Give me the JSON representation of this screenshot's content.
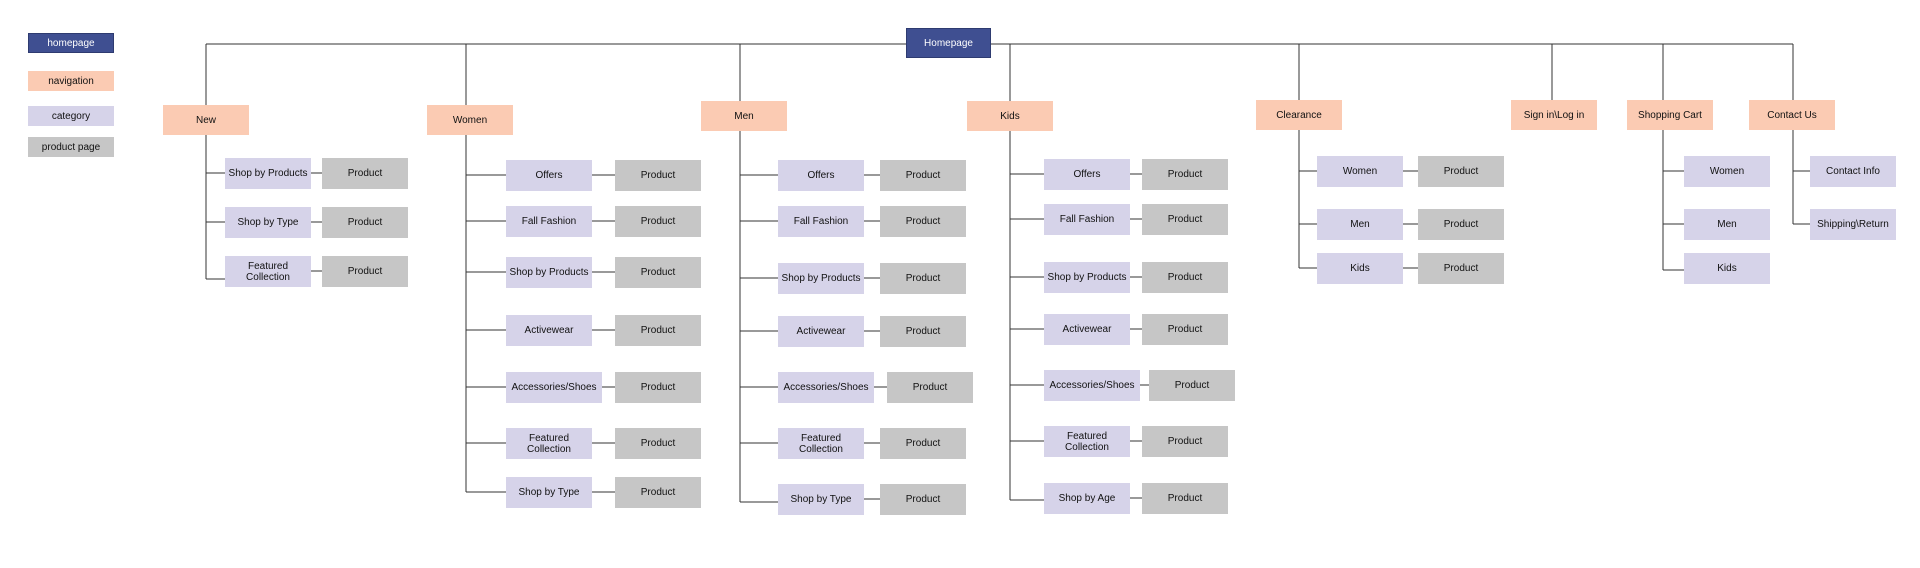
{
  "legend": [
    {
      "label": "homepage",
      "kind": "hp"
    },
    {
      "label": "navigation",
      "kind": "nav"
    },
    {
      "label": "category",
      "kind": "cat"
    },
    {
      "label": "product page",
      "kind": "prod"
    }
  ],
  "colors": {
    "homepage": "#3f4f91",
    "navigation": "#fbcbb3",
    "category": "#d6d3e9",
    "product": "#c6c6c6",
    "connector": "#333333"
  },
  "root": {
    "label": "Homepage"
  },
  "sections": [
    {
      "label": "New",
      "children": [
        {
          "label": "Shop by Products",
          "product": "Product"
        },
        {
          "label": "Shop by Type",
          "product": "Product"
        },
        {
          "label": "Featured Collection",
          "product": "Product"
        }
      ]
    },
    {
      "label": "Women",
      "children": [
        {
          "label": "Offers",
          "product": "Product"
        },
        {
          "label": "Fall Fashion",
          "product": "Product"
        },
        {
          "label": "Shop by Products",
          "product": "Product"
        },
        {
          "label": "Activewear",
          "product": "Product"
        },
        {
          "label": "Accessories/Shoes",
          "product": "Product"
        },
        {
          "label": "Featured Collection",
          "product": "Product"
        },
        {
          "label": "Shop by Type",
          "product": "Product"
        }
      ]
    },
    {
      "label": "Men",
      "children": [
        {
          "label": "Offers",
          "product": "Product"
        },
        {
          "label": "Fall Fashion",
          "product": "Product"
        },
        {
          "label": "Shop by Products",
          "product": "Product"
        },
        {
          "label": "Activewear",
          "product": "Product"
        },
        {
          "label": "Accessories/Shoes",
          "product": "Product"
        },
        {
          "label": "Featured Collection",
          "product": "Product"
        },
        {
          "label": "Shop by Type",
          "product": "Product"
        }
      ]
    },
    {
      "label": "Kids",
      "children": [
        {
          "label": "Offers",
          "product": "Product"
        },
        {
          "label": "Fall Fashion",
          "product": "Product"
        },
        {
          "label": "Shop by Products",
          "product": "Product"
        },
        {
          "label": "Activewear",
          "product": "Product"
        },
        {
          "label": "Accessories/Shoes",
          "product": "Product"
        },
        {
          "label": "Featured Collection",
          "product": "Product"
        },
        {
          "label": "Shop by Age",
          "product": "Product"
        }
      ]
    },
    {
      "label": "Clearance",
      "children": [
        {
          "label": "Women",
          "product": "Product"
        },
        {
          "label": "Men",
          "product": "Product"
        },
        {
          "label": "Kids",
          "product": "Product"
        }
      ]
    },
    {
      "label": "Sign in\\Log in",
      "children": []
    },
    {
      "label": "Shopping Cart",
      "children": [
        {
          "label": "Women"
        },
        {
          "label": "Men"
        },
        {
          "label": "Kids"
        }
      ]
    },
    {
      "label": "Contact Us",
      "children": [
        {
          "label": "Contact Info"
        },
        {
          "label": "Shipping\\Return"
        }
      ]
    }
  ]
}
